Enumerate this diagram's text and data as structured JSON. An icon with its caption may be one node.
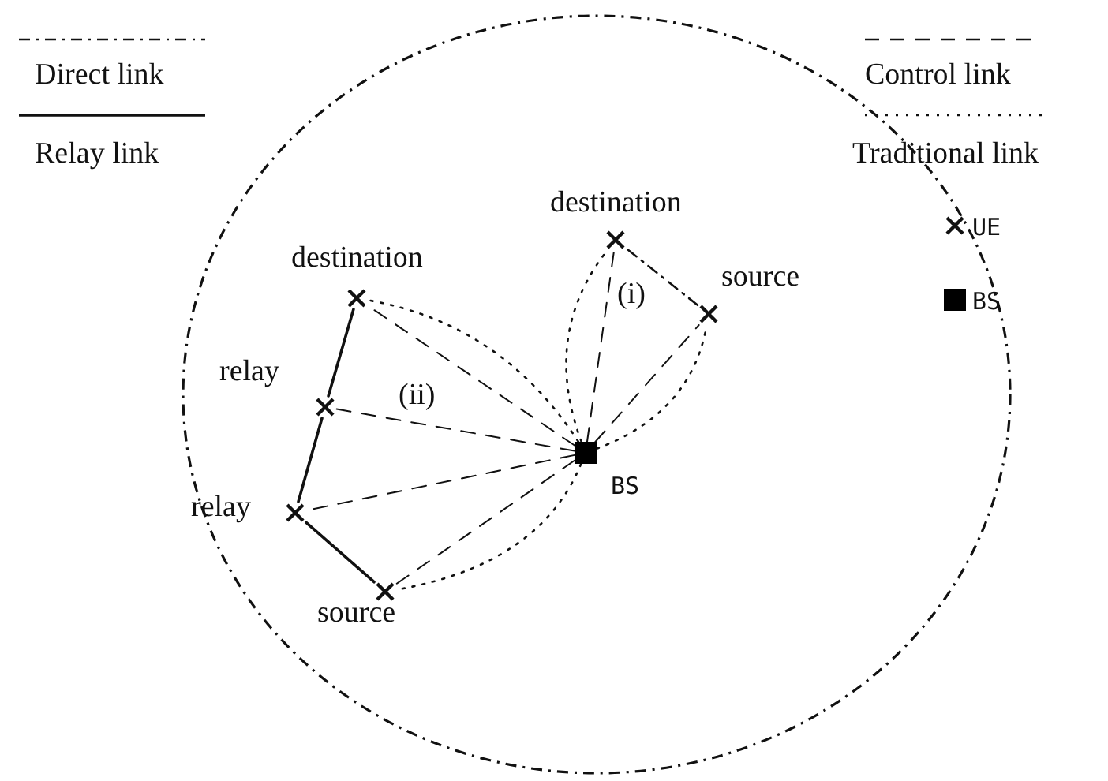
{
  "diagram": {
    "nodes": [
      {
        "text": [],
        "shape": "cross",
        "beside": [
          "destination"
        ]
      },
      {
        "text": [],
        "shape": "cross",
        "beside": [
          "source"
        ]
      },
      {
        "text": [],
        "shape": "cross",
        "beside": [
          "destination"
        ]
      },
      {
        "text": [],
        "shape": "cross",
        "beside": [
          "relay"
        ]
      },
      {
        "text": [],
        "shape": "cross",
        "beside": [
          "relay"
        ]
      },
      {
        "text": [],
        "shape": "cross",
        "beside": [
          "source"
        ]
      },
      {
        "text": [],
        "shape": "square",
        "beside": [
          "BS"
        ]
      }
    ],
    "edges": [
      {
        "from": 1,
        "to": 0,
        "arrow": "none",
        "style": "dashed"
      },
      {
        "from": 5,
        "to": 4,
        "arrow": "none"
      },
      {
        "from": 4,
        "to": 3,
        "arrow": "none"
      },
      {
        "from": 3,
        "to": 2,
        "arrow": "none"
      },
      {
        "from": 6,
        "to": 0,
        "arrow": "none",
        "style": "dashed"
      },
      {
        "from": 6,
        "to": 1,
        "arrow": "none",
        "style": "dashed"
      },
      {
        "from": 6,
        "to": 2,
        "arrow": "none",
        "style": "dashed"
      },
      {
        "from": 6,
        "to": 3,
        "arrow": "none",
        "style": "dashed"
      },
      {
        "from": 6,
        "to": 4,
        "arrow": "none",
        "style": "dashed"
      },
      {
        "from": 6,
        "to": 5,
        "arrow": "none",
        "style": "dashed"
      },
      {
        "from": 6,
        "to": 0,
        "arrow": "none",
        "style": "dashed"
      },
      {
        "from": 6,
        "to": 1,
        "arrow": "none",
        "style": "dashed"
      },
      {
        "from": 6,
        "to": 2,
        "arrow": "none",
        "style": "dashed"
      },
      {
        "from": 6,
        "to": 5,
        "arrow": "none",
        "style": "dashed"
      }
    ],
    "labels": [
      "(i)",
      "(ii)"
    ],
    "legend": [
      {
        "text": "Direct link"
      },
      {
        "text": "Control link"
      },
      {
        "text": "Relay link"
      },
      {
        "text": "Traditional link"
      },
      {
        "text": "UE"
      },
      {
        "text": "BS"
      }
    ]
  }
}
